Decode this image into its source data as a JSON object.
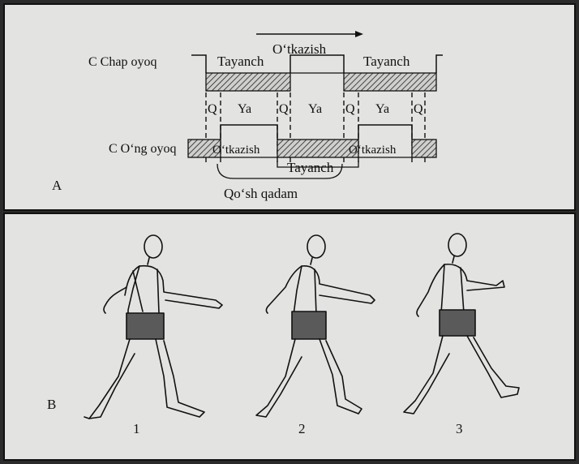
{
  "panel_a": {
    "letter": "A",
    "left_foot_label": "C Chap oyoq",
    "right_foot_label": "C O‘ng oyoq",
    "transfer_label": "O‘tkazish",
    "support_top_1": "Tayanch",
    "support_top_2": "Tayanch",
    "support_bottom": "Tayanch",
    "phases": [
      "Q",
      "Ya",
      "Q",
      "Ya",
      "Q",
      "Ya",
      "Q"
    ],
    "transfer_bottom_1": "O‘tkazish",
    "transfer_bottom_2": "O‘tkazish",
    "double_step_label": "Qo‘sh qadam"
  },
  "panel_b": {
    "letter": "B",
    "figures": [
      {
        "number": "1"
      },
      {
        "number": "2"
      },
      {
        "number": "3"
      }
    ]
  },
  "colors": {
    "background": "#e3e3e1",
    "ink": "#111111",
    "shorts": "#555555"
  }
}
